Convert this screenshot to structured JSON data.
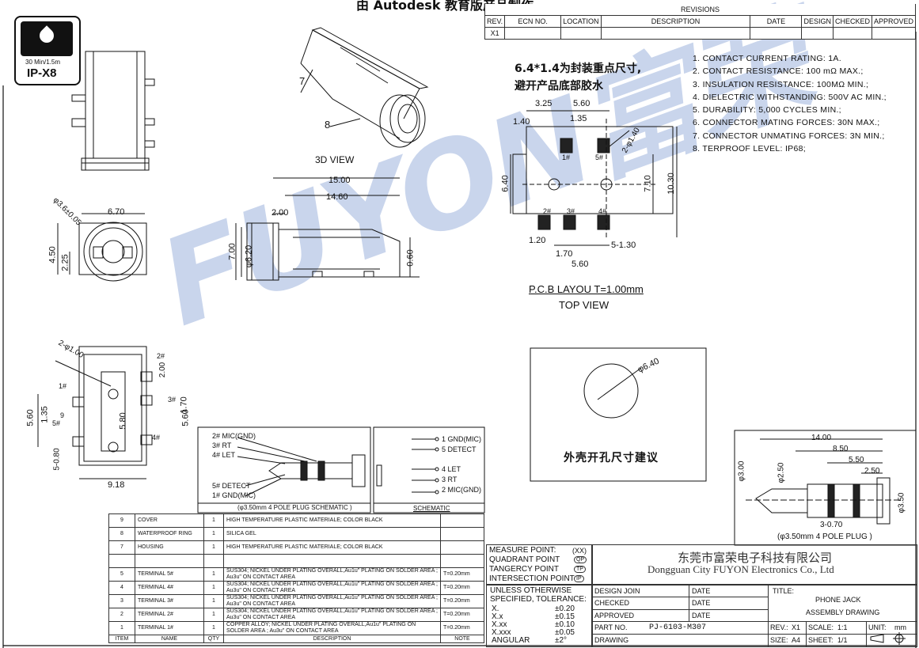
{
  "header_banner": "由 Autodesk 教育版产品制作",
  "badge": {
    "line1": "30 Min/1.5m",
    "line2": "IP-X8"
  },
  "revisions": {
    "title": "REVISIONS",
    "headers": [
      "REV.",
      "ECN NO.",
      "LOCATION",
      "DESCRIPTION",
      "DATE",
      "DESIGN",
      "CHECKED",
      "APPROVED"
    ],
    "row": [
      "X1",
      "",
      "",
      "",
      "",
      "",
      "",
      ""
    ]
  },
  "specs": [
    "1. CONTACT CURRENT RATING: 1A.",
    "2. CONTACT RESISTANCE: 100 mΩ MAX.;",
    "3. INSULATION RESISTANCE: 100MΩ MIN.;",
    "4. DIELECTRIC WITHSTANDING: 500V AC MIN.;",
    "5. DURABILITY: 5,000 CYCLES MIN.;",
    "6. CONNECTOR MATING FORCES: 30N   MAX.;",
    "7. CONNECTOR UNMATING FORCES: 3N MIN.;",
    "8. TERPROOF LEVEL: IP68;"
  ],
  "note_cn": {
    "line1": "6.4*1.4为封装重点尺寸,",
    "line2": "避开产品底部胶水"
  },
  "watermark": "FUYON富荣",
  "views": {
    "view3d": "3D VIEW",
    "pcb": "P.C.B LAYOU T=1.00mm",
    "top": "TOP VIEW",
    "cutout": "外壳开孔尺寸建议",
    "plug": "(φ3.50mm 4 POLE PLUG )",
    "schematic_caption": "(φ3.50mm 4 POLE PLUG SCHEMATIC )",
    "schematic_title": "SCHEMATIC"
  },
  "dims": {
    "d1": "15.00",
    "d2": "14.60",
    "d3": "2.00",
    "d4": "7.00",
    "d5": "φ6.20",
    "d6": "0.60",
    "d7": "6.70",
    "d8": "φ3.6±0.05",
    "d9": "4.50",
    "d10": "2.25",
    "p1": "3.25",
    "p2": "5.60",
    "p3": "1.40",
    "p4": "1.35",
    "p5": "2-φ1.40",
    "p6": "6.40",
    "p7": "7.10",
    "p8": "10.30",
    "p9": "1.20",
    "p10": "1.70",
    "p11": "5-1.30",
    "p12": "5.60",
    "b1": "2-φ1.00",
    "b2": "5.60",
    "b3": "1.35",
    "b4": "5.80",
    "b5": "1.70",
    "b6": "5.60",
    "b7": "5-0.80",
    "b8": "9.18",
    "b9": "2.00",
    "g1": "14.00",
    "g2": "8.50",
    "g3": "5.50",
    "g4": "2.50",
    "g5": "φ3.00",
    "g6": "φ2.50",
    "g7": "φ3.50",
    "g8": "3-0.70",
    "c1": "φ6.40"
  },
  "pins": {
    "p1": "1#",
    "p2": "2#",
    "p3": "3#",
    "p4": "4#",
    "p5": "5#"
  },
  "labels3d": {
    "l7": "7",
    "l8": "8",
    "l9": "9"
  },
  "schematic_left": [
    "2# MIC(GND)",
    "3# RT",
    "4# LET",
    "5# DETECT",
    "1# GND(MIC)"
  ],
  "schematic_right": [
    "1 GND(MIC)",
    "5 DETECT",
    "4 LET",
    "3 RT",
    "2 MIC(GND)"
  ],
  "bom": [
    {
      "item": "9",
      "name": "COVER",
      "qty": "1",
      "desc": "HIGH TEMPERATURE PLASTIC MATERIALE; COLOR BLACK",
      "note": ""
    },
    {
      "item": "8",
      "name": "WATERPROOF RING",
      "qty": "1",
      "desc": "SILICA GEL",
      "note": ""
    },
    {
      "item": "7",
      "name": "HOUSING",
      "qty": "1",
      "desc": "HIGH TEMPERATURE PLASTIC MATERIALE; COLOR BLACK",
      "note": ""
    },
    {
      "item": "",
      "name": "",
      "qty": "",
      "desc": "",
      "note": ""
    },
    {
      "item": "5",
      "name": "TERMINAL 5#",
      "qty": "1",
      "desc": "SUS304; NICKEL UNDER PLATING OVERALL,Au1u\" PLATING ON SOLDER AREA ; Au3u\" ON CONTACT AREA",
      "note": "T=0.20mm"
    },
    {
      "item": "4",
      "name": "TERMINAL 4#",
      "qty": "1",
      "desc": "SUS304; NICKEL UNDER PLATING OVERALL,Au1u\" PLATING ON SOLDER AREA ; Au3u\" ON CONTACT AREA",
      "note": "T=0.20mm"
    },
    {
      "item": "3",
      "name": "TERMINAL 3#",
      "qty": "1",
      "desc": "SUS304; NICKEL UNDER PLATING OVERALL,Au1u\" PLATING ON SOLDER AREA ; Au3u\" ON CONTACT AREA",
      "note": "T=0.20mm"
    },
    {
      "item": "2",
      "name": "TERMINAL 2#",
      "qty": "1",
      "desc": "SUS304; NICKEL UNDER PLATING OVERALL,Au1u\" PLATING ON SOLDER AREA ; Au3u\" ON CONTACT AREA",
      "note": "T=0.20mm"
    },
    {
      "item": "1",
      "name": "TERMINAL 1#",
      "qty": "1",
      "desc": "COPPER ALLOY; NICKEL UNDER PLATING OVERALL,Au1u\" PLATING ON SOLDER AREA ; Au3u\" ON CONTACT AREA",
      "note": "T=0.20mm"
    }
  ],
  "bom_headers": [
    "ITEM",
    "NAME",
    "QTY",
    "DESCRIPTION",
    "NOTE"
  ],
  "measure": [
    {
      "label": "MEASURE POINT:",
      "sym": "(XX)"
    },
    {
      "label": "QUADRANT POINT",
      "sym": "QP"
    },
    {
      "label": "TANGERCY POINT",
      "sym": "TP"
    },
    {
      "label": "INTERSECTION POINT",
      "sym": "IP"
    }
  ],
  "tolerance": {
    "title1": "UNLESS OTHERWISE",
    "title2": "SPECIFIED, TOLERANCE:",
    "rows": [
      [
        "X.",
        "±0.20"
      ],
      [
        "X.x",
        "±0.15"
      ],
      [
        "X.xx",
        "±0.10"
      ],
      [
        "X.xxx",
        "±0.05"
      ],
      [
        "ANGULAR",
        "±2°"
      ]
    ]
  },
  "company": {
    "cn": "东莞市富荣电子科技有限公司",
    "en": "Dongguan City FUYON Electronics Co., Ltd"
  },
  "titleblock": {
    "design": "DESIGN JOIN",
    "checked": "CHECKED",
    "approved": "APPROVED",
    "drawing": "DRAWING",
    "date": "DATE",
    "part_label": "PART NO.",
    "part_no": "PJ-6103-M307",
    "title_label": "TITLE:",
    "title1": "PHONE JACK",
    "title2": "ASSEMBLY DRAWING",
    "rev_label": "REV.:",
    "rev": "X1",
    "scale_label": "SCALE:",
    "scale": "1:1",
    "unit_label": "UNIT:",
    "unit": "mm",
    "size_label": "SIZE:",
    "size": "A4",
    "sheet_label": "SHEET:",
    "sheet": "1/1"
  }
}
